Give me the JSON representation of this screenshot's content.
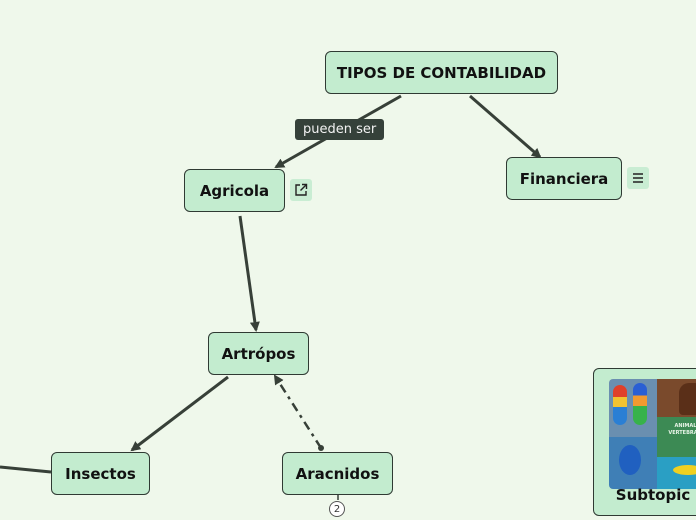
{
  "nodes": {
    "root": "TIPOS DE CONTABILIDAD",
    "agricola": "Agricola",
    "financiera": "Financiera",
    "artropos": "Artrópos",
    "insectos": "Insectos",
    "aracnidos": "Aracnidos",
    "subtopic": "Subtopic"
  },
  "edge_labels": {
    "root_to_agricola": "pueden ser"
  },
  "badges": {
    "agricola_link_icon": "external-link-icon",
    "financiera_notes_icon": "notes-icon",
    "aracnidos_collapsed_count": "2"
  },
  "image_caption": "ANIMALES VERTEBRADOS",
  "colors": {
    "background": "#eff8eb",
    "node_fill": "#c3eccf",
    "node_border": "#2f3a33",
    "edge": "#374038",
    "label_bg": "#35413a"
  }
}
